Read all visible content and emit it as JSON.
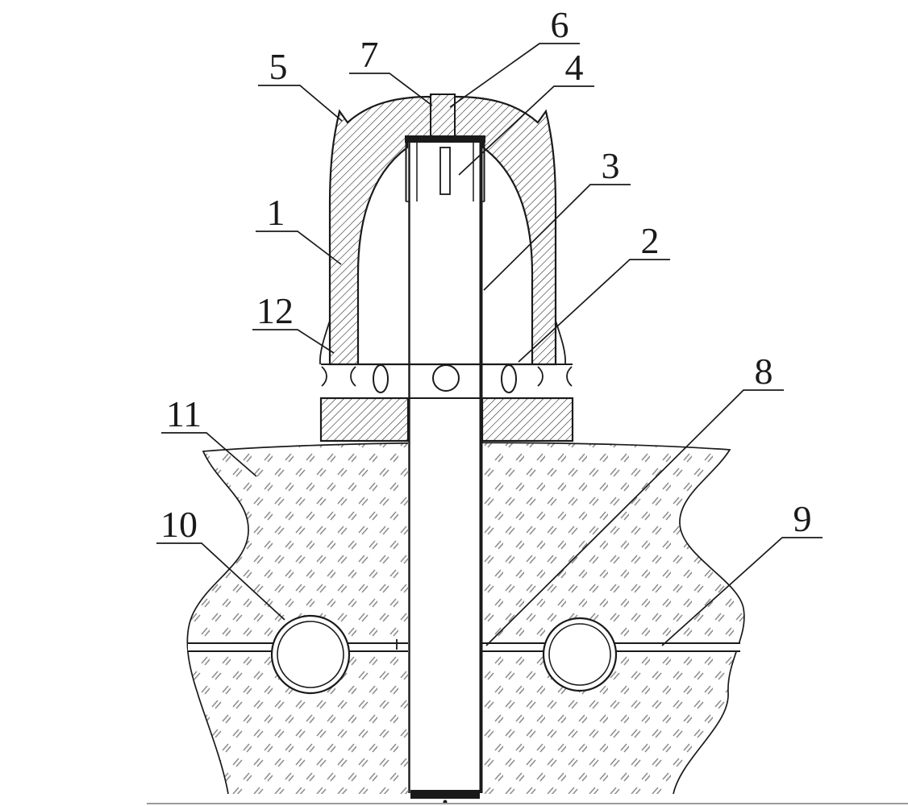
{
  "figure": {
    "kind": "patent-cross-section-drawing",
    "part_labels": {
      "n1": "1",
      "n2": "2",
      "n3": "3",
      "n4": "4",
      "n5": "5",
      "n6": "6",
      "n7": "7",
      "n8": "8",
      "n9": "9",
      "n10": "10",
      "n11": "11",
      "n12": "12"
    },
    "colors": {
      "line": "#1a1a1a",
      "ground_mark": "#8f8f8f",
      "bottom_rule": "#9a9a9a",
      "background": "#ffffff"
    }
  }
}
